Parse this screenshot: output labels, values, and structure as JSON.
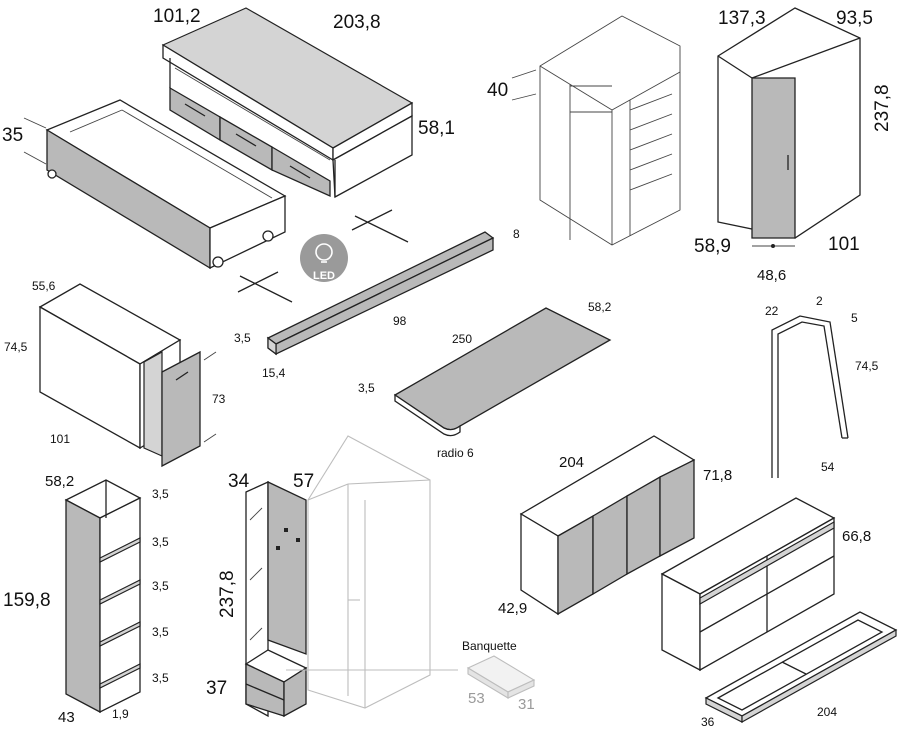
{
  "colors": {
    "line": "#222222",
    "panel_grey": "#b9b9b9",
    "light_grey": "#d4d4d4",
    "ghost": "#bdbdbd"
  },
  "bed": {
    "d1": "101,2",
    "d2": "203,8",
    "d3": "58,1",
    "d4": "35"
  },
  "led": {
    "label": "LED",
    "icon": "bulb-icon"
  },
  "shelf": {
    "d1": "8",
    "d2": "98",
    "d3": "3,5",
    "d4": "15,4"
  },
  "open_wardrobe": {
    "d1": "40"
  },
  "corner_wardrobe": {
    "d1": "137,3",
    "d2": "93,5",
    "d3": "237,8",
    "d4": "58,9",
    "d5": "101",
    "d6": "48,6"
  },
  "desk_unit": {
    "d1": "55,6",
    "d2": "74,5",
    "d3": "73",
    "d4": "101"
  },
  "desk_top": {
    "d1": "58,2",
    "d2": "250",
    "d3": "3,5",
    "d4": "radio 6"
  },
  "leg": {
    "d1": "22",
    "d2": "2",
    "d3": "5",
    "d4": "74,5",
    "d5": "54"
  },
  "bookcase": {
    "d1": "58,2",
    "d2": "159,8",
    "d3": "43",
    "d4": "1,9",
    "shelf_dims": [
      "3,5",
      "3,5",
      "3,5",
      "3,5",
      "3,5"
    ]
  },
  "hall": {
    "d1": "34",
    "d2": "57",
    "d3": "237,8",
    "d4": "37",
    "bench_label": "Banquette",
    "bench_d1": "53",
    "bench_d2": "31"
  },
  "sideboard": {
    "d1": "204",
    "d2": "71,8",
    "d3": "42,9"
  },
  "open_unit": {
    "d1": "66,8",
    "d2": "36",
    "d3": "204"
  }
}
